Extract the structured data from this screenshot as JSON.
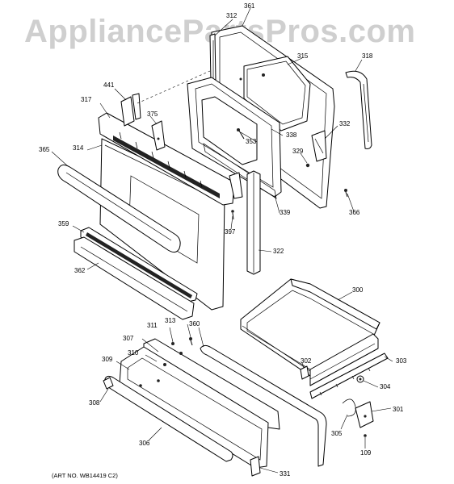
{
  "watermark": "AppliancePartsPros.com",
  "art_number": "(ART NO. WB14419 C2)",
  "callouts": {
    "c361": "361",
    "c312": "312",
    "c315": "315",
    "c318": "318",
    "c441": "441",
    "c317": "317",
    "c375": "375",
    "c332": "332",
    "c338": "338",
    "c353": "353",
    "c365": "365",
    "c314": "314",
    "c329": "329",
    "c339": "339",
    "c366": "366",
    "c397": "397",
    "c359": "359",
    "c322": "322",
    "c362": "362",
    "c300": "300",
    "c311": "311",
    "c313": "313",
    "c360": "360",
    "c307": "307",
    "c310": "310",
    "c309": "309",
    "c302": "302",
    "c303": "303",
    "c304": "304",
    "c308": "308",
    "c301": "301",
    "c305": "305",
    "c306": "306",
    "c109": "109",
    "c331": "331"
  }
}
